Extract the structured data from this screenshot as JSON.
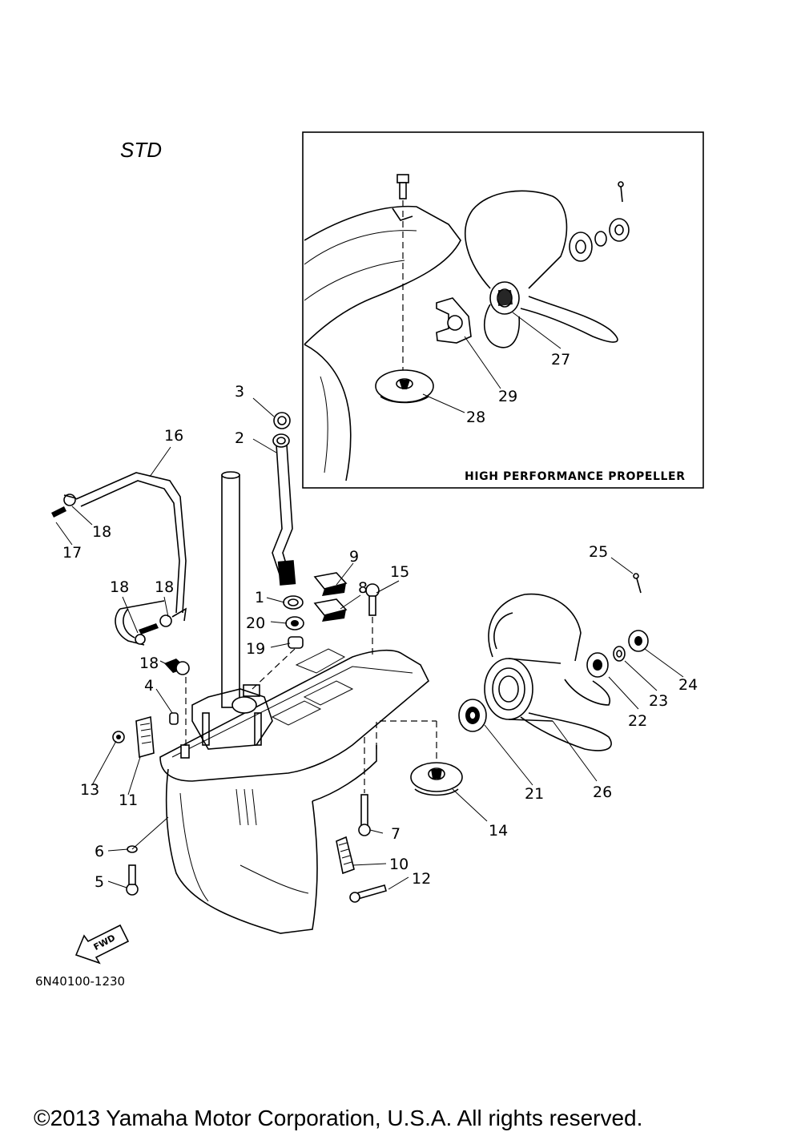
{
  "diagram": {
    "variant_label": "STD",
    "inset_title": "HIGH PERFORMANCE PROPELLER",
    "part_code": "6N40100-1230",
    "fwd_label": "FWD",
    "copyright": "©2013 Yamaha Motor Corporation, U.S.A. All rights reserved.",
    "callouts": {
      "c1": "1",
      "c2": "2",
      "c3": "3",
      "c4": "4",
      "c5": "5",
      "c6": "6",
      "c7": "7",
      "c8": "8",
      "c9": "9",
      "c10": "10",
      "c11": "11",
      "c12": "12",
      "c13": "13",
      "c14": "14",
      "c15": "15",
      "c16": "16",
      "c17": "17",
      "c18a": "18",
      "c18b": "18",
      "c18c": "18",
      "c18d": "18",
      "c19": "19",
      "c20": "20",
      "c21": "21",
      "c22": "22",
      "c23": "23",
      "c24": "24",
      "c25": "25",
      "c26": "26",
      "c27": "27",
      "c28": "28",
      "c29": "29"
    }
  }
}
